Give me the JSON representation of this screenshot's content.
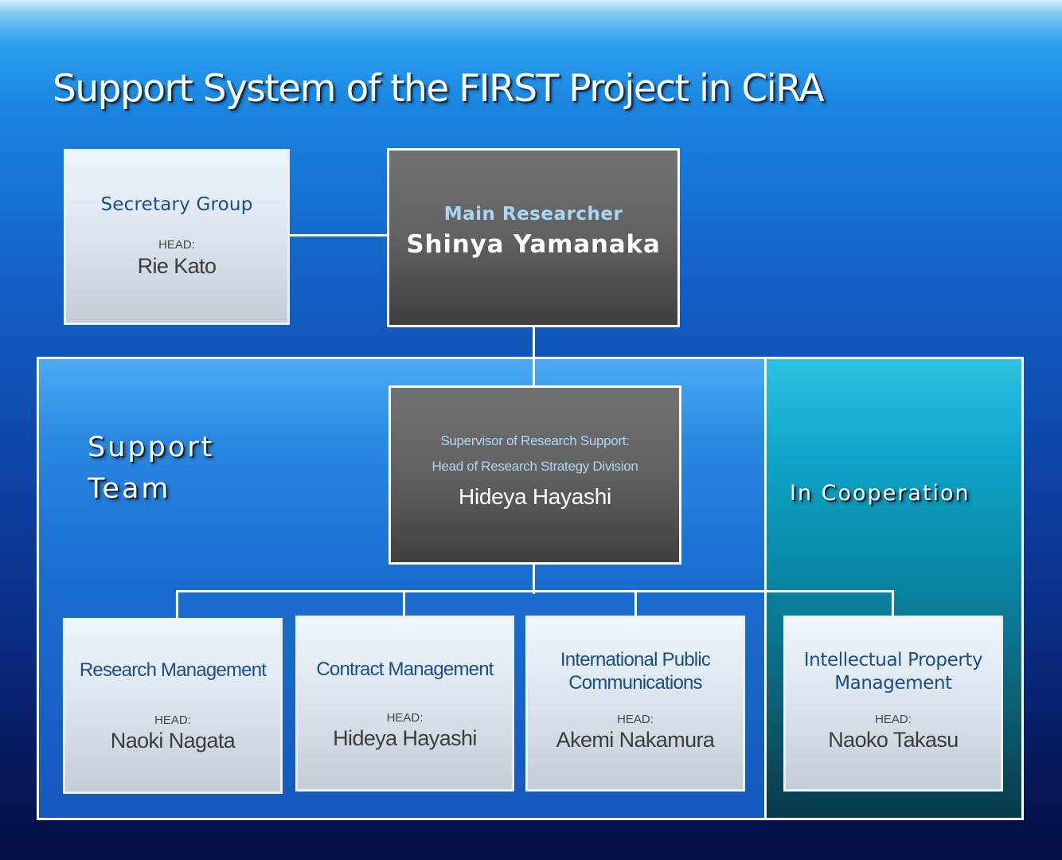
{
  "title": "Support System of the FIRST Project in CiRA",
  "secretary": {
    "dept": "Secretary Group",
    "head_label": "HEAD:",
    "head": "Rie Kato"
  },
  "main_researcher": {
    "role": "Main Researcher",
    "name": "Shinya Yamanaka"
  },
  "support_team": {
    "label_line1": "Support",
    "label_line2": "Team"
  },
  "cooperation": {
    "label": "In Cooperation"
  },
  "supervisor": {
    "role_line1": "Supervisor of Research Support:",
    "role_line2": "Head of Research Strategy Division",
    "name": "Hideya Hayashi"
  },
  "departments": [
    {
      "name": "Research Management",
      "head_label": "HEAD:",
      "head": "Naoki Nagata"
    },
    {
      "name": "Contract Management",
      "head_label": "HEAD:",
      "head": "Hideya Hayashi"
    },
    {
      "name_line1": "International Public",
      "name_line2": "Communications",
      "head_label": "HEAD:",
      "head": "Akemi Nakamura"
    },
    {
      "name_line1": "Intellectual Property",
      "name_line2": "Management",
      "head_label": "HEAD:",
      "head": "Naoko Takasu"
    }
  ]
}
